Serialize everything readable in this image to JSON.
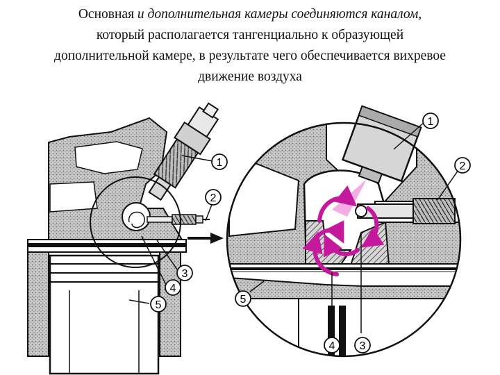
{
  "title": {
    "line1_plain": "Основная",
    "line1_italic": "и дополнительная камеры соединяются каналом,",
    "line2": "который располагается тангенциально к образующей",
    "line3": "дополнительной камере, в результате чего обеспечивается вихревое",
    "line4": "движение  воздуха"
  },
  "callouts": {
    "left": [
      "1",
      "2",
      "3",
      "4",
      "5"
    ],
    "right": [
      "1",
      "2",
      "3",
      "4",
      "5"
    ]
  },
  "colors": {
    "hatch_gray": "#8c8c8c",
    "swirl_magenta": "#c4199c",
    "spray_pink": "#f2a3e1",
    "line": "#111111"
  }
}
